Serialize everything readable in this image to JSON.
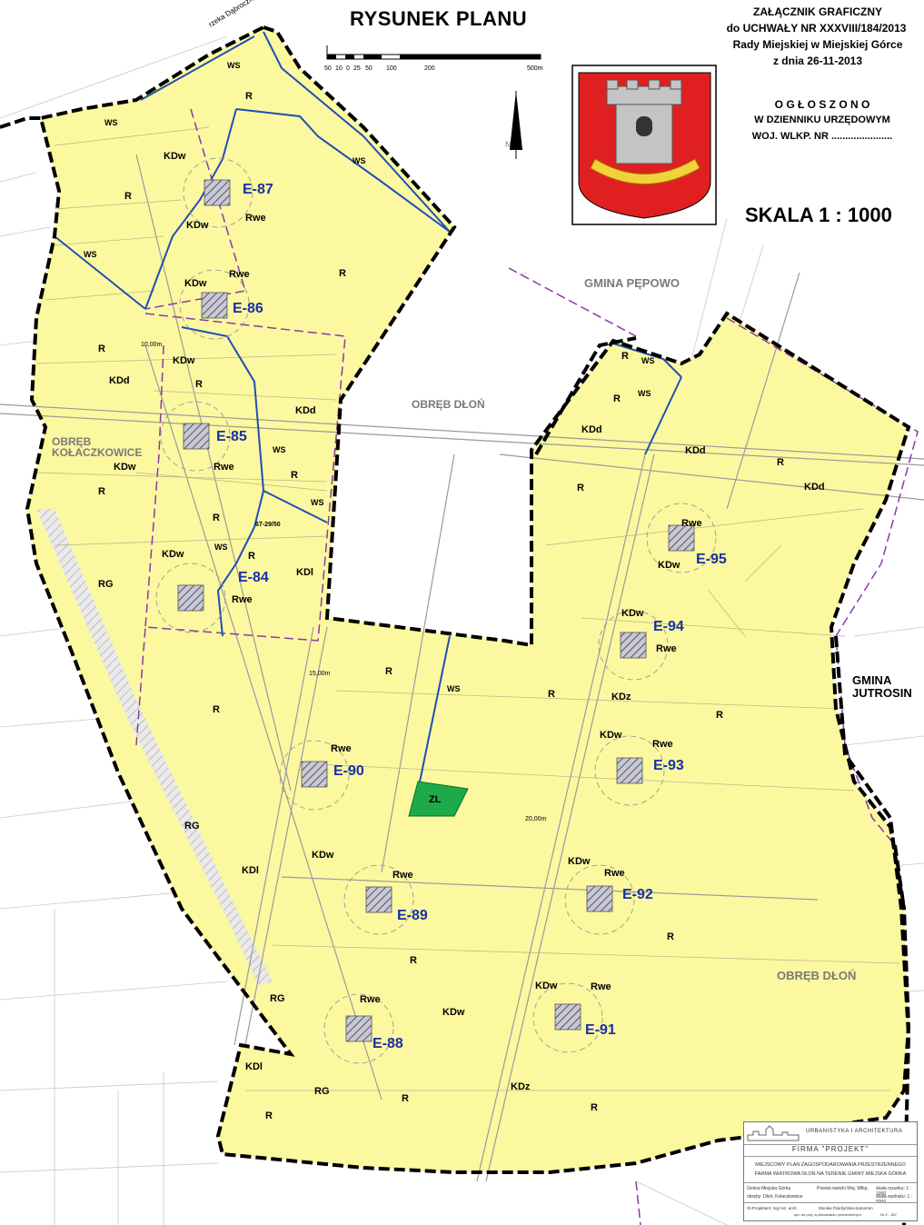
{
  "header": {
    "plan_title": "RYSUNEK PLANU",
    "attachment_line1": "ZAŁĄCZNIK GRAFICZNY",
    "attachment_line2": "do UCHWAŁY NR  XXXVIII/184/2013",
    "attachment_line3": "Rady Miejskiej w Miejskiej Górce",
    "attachment_line4": "z dnia  26-11-2013",
    "announce_line1": "O G Ł O S Z O N O",
    "announce_line2": "W  DZIENNIKU  URZĘDOWYM",
    "announce_line3": "WOJ. WLKP.  NR ......................",
    "scale_text": "SKALA  1 : 1000"
  },
  "scalebar": {
    "ticks": [
      "50",
      "10",
      "0",
      "25",
      "50",
      "100",
      "200",
      "500m"
    ]
  },
  "north_label": "N",
  "river_label": "rzeka Dąbroczna",
  "regions": {
    "gmina_pepowo": "GMINA PĘPOWO",
    "obreb_dlon_center": "OBRĘB DŁOŃ",
    "obreb_kolaczkowice_1": "OBRĘB",
    "obreb_kolaczkowice_2": "KOŁACZKOWICE",
    "gmina_jutrosin_1": "GMINA",
    "gmina_jutrosin_2": "JUTROSIN",
    "obreb_dlon_south": "OBRĘB DŁOŃ"
  },
  "turbines": [
    "E-87",
    "E-86",
    "E-85",
    "E-84",
    "E-95",
    "E-94",
    "E-93",
    "E-92",
    "E-91",
    "E-90",
    "E-89",
    "E-88"
  ],
  "zones": {
    "ws": "WS",
    "r": "R",
    "kdw": "KDw",
    "rwe": "Rwe",
    "kdd": "KDd",
    "kdl": "KDl",
    "kdz": "KDz",
    "rg": "RG",
    "zl": "ZL"
  },
  "road_dims": {
    "d1": "67-29/50",
    "d2": "15,00m",
    "d3": "20,00m",
    "d4": "10,00m"
  },
  "title_block": {
    "firm_top": "URBANISTYKA  I  ARCHITEKTURA",
    "firm_name": "FIRMA  \"PROJEKT\"",
    "plan_line1": "MIEJSCOWY  PLAN  ZAGOSPODAROWANIA  PRZESTRZENNEGO",
    "plan_line2": "FARMA WIATROWA  DŁOŃ  NA TERENIE  GMINY MIEJSKA GÓRKA",
    "row1_a": "Gmina Miejska Górka",
    "row1_b": "Powiat rawicki    Woj. Wlkp.",
    "row1_c": "skala rysunku:  1 : 1000",
    "row2_a": "obręby:   Dłoń, Kołaczkowice",
    "row2_c": "skala wydruku:  1 : 5000",
    "row3_a": "Gł.Projektant:   mgr inż. arch.",
    "row3_b": "Monika Filardyńska-Samerton",
    "row3_c": "upr. do proj. w planowaniu przestrzennym",
    "row3_d": "Nr  Z - 467"
  },
  "colors": {
    "plan_fill": "#fbf8a0",
    "boundary": "#000000",
    "water": "#1f4fb5",
    "forest": "#1faa4a",
    "turbine_hatch": "#8a8a9a",
    "admin_dash": "#8a3aa8",
    "label_blue": "#1a2fa6"
  },
  "icons": {
    "coat_of_arms": "tower-shield-icon",
    "north_arrow": "north-arrow-icon"
  }
}
